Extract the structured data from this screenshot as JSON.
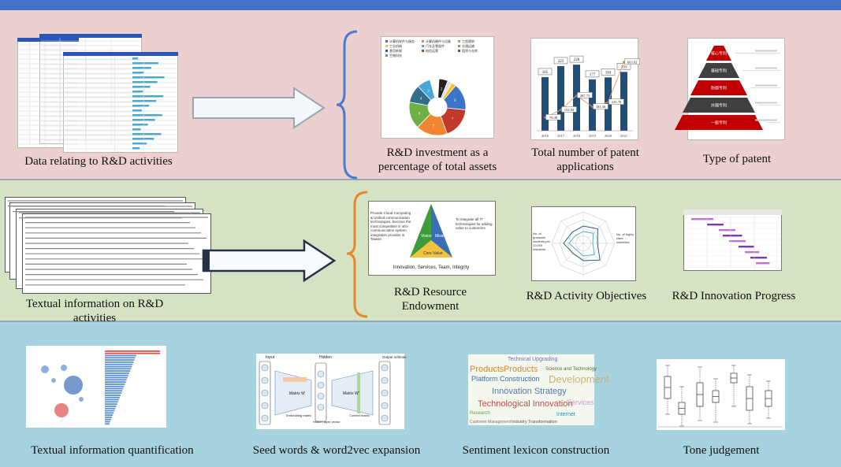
{
  "row1": {
    "source_caption": "Data relating to R&D activities",
    "out1_caption": "R&D investment as a percentage of total assets",
    "out2_caption": "Total number of patent applications",
    "out3_caption": "Type of patent",
    "pie_legend": [
      "计算机软件与服务",
      "计算机硬件与设备",
      "工程建筑",
      "工业机械",
      "汽车及零部件",
      "交通运输",
      "食用纸制",
      "电信运营",
      "租赁与仓库",
      "生物科技"
    ],
    "pie_labels": [
      "6",
      "7",
      "7",
      "6",
      "4",
      "3",
      "2",
      "2",
      "1"
    ],
    "bars_chart": {
      "type": "bar",
      "categories": [
        "2016",
        "2017",
        "2018",
        "2019",
        "2020",
        "2021"
      ],
      "series": [
        {
          "values": [
            185,
            223,
            228,
            177,
            184,
            203
          ],
          "labels": [
            "185",
            "223",
            "228",
            "177",
            "184",
            "203"
          ]
        },
        {
          "values": [
            79.49,
            152.93,
            287.73,
            181.36,
            225.79,
            603.92
          ],
          "labels": [
            "79.49",
            "152.93",
            "287.73",
            "181.36",
            "225.79",
            "603.92"
          ]
        }
      ]
    },
    "pyramid_levels": [
      "核心专利",
      "基础专利",
      "防御专利",
      "外围专利",
      "一般专利"
    ]
  },
  "row2": {
    "source_caption": "Textual information on R&D activities",
    "out1_caption": "R&D Resource Endowment",
    "out2_caption": "R&D Activity Objectives",
    "out3_caption": "R&D Innovation Progress",
    "triangle": {
      "left_text": "Provide Cloud Computing & Unified communication technologies, become the most competitive in info-communication system integration provider in Taiwan",
      "right_text": "To integrate all IT technologies for adding value to customers",
      "bottom_text": "Innovation, Services, Team, Integrity",
      "vision": "Vision",
      "mission": "Mission",
      "core": "Core Value"
    },
    "radar_left": "No. of graduate students per 10,000 residents",
    "radar_right": "No. of highly cited scientists"
  },
  "row3": {
    "c1": "Textual information quantification",
    "c2": "Seed words & word2vec expansion",
    "c3": "Sentiment lexicon construction",
    "c4": "Tone judgement",
    "nn": {
      "input": "Input",
      "hidden": "Hidden",
      "output": "Output softmax",
      "matrix_w": "Matrix W",
      "matrix_w2": "Matrix W'",
      "embed": "Embedding matrix",
      "hidden_vec": "Hidden layer vector",
      "context": "Context matrix"
    },
    "cloud_words": [
      "Products",
      "Products",
      "Technical Upgrading",
      "Science and Technology",
      "Platform Construction",
      "Development",
      "Innovation Strategy",
      "Technological Innovation",
      "Services",
      "Research",
      "Internet",
      "Industry Transformation",
      "Customer Management"
    ]
  }
}
